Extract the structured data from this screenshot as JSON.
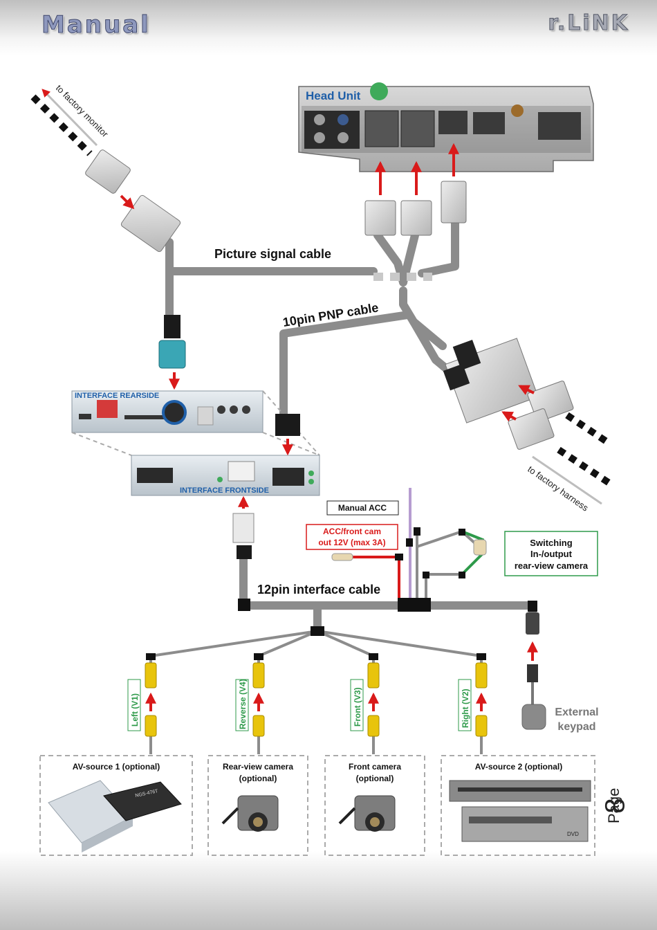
{
  "header": {
    "brand_left": "Manual",
    "brand_right": "r.LiNK"
  },
  "labels": {
    "head_unit": "Head Unit",
    "to_factory_monitor": "to factory monitor",
    "to_factory_harness": "to factory harness",
    "picture_signal_cable": "Picture signal cable",
    "pnp_cable": "10pin PNP cable",
    "interface_cable": "12pin interface cable",
    "interface_rearside": "INTERFACE REARSIDE",
    "interface_frontside": "INTERFACE FRONTSIDE",
    "manual_acc": "Manual ACC",
    "acc_line1": "ACC/front cam",
    "acc_line2": "out  12V (max 3A)",
    "switching_line1": "Switching",
    "switching_line2": "In-/output",
    "switching_line3": "rear-view camera",
    "left_v1": "Left (V1)",
    "reverse_v4": "Reverse (V4)",
    "front_v3": "Front (V3)",
    "right_v2": "Right (V2)",
    "external_keypad_line1": "External",
    "external_keypad_line2": "keypad",
    "av_source_1": "AV-source 1 (optional)",
    "rear_cam_line1": "Rear-view camera",
    "rear_cam_line2": "(optional)",
    "front_cam_line1": "Front camera",
    "front_cam_line2": "(optional)",
    "av_source_2": "AV-source 2 (optional)",
    "av1_device_label": "NGS-476T",
    "dvd_label": "DVD"
  },
  "footer": {
    "page_word": "Page",
    "page_number": "8"
  },
  "colors": {
    "cable": "#8c8c8c",
    "arrow": "#d91a1a",
    "video_label": "#2e9a4a",
    "interface_blue": "#1f5fa8",
    "rca_yellow": "#e8c40c",
    "acc_red": "#d91a1a",
    "switch_green": "#2e9a4a"
  }
}
